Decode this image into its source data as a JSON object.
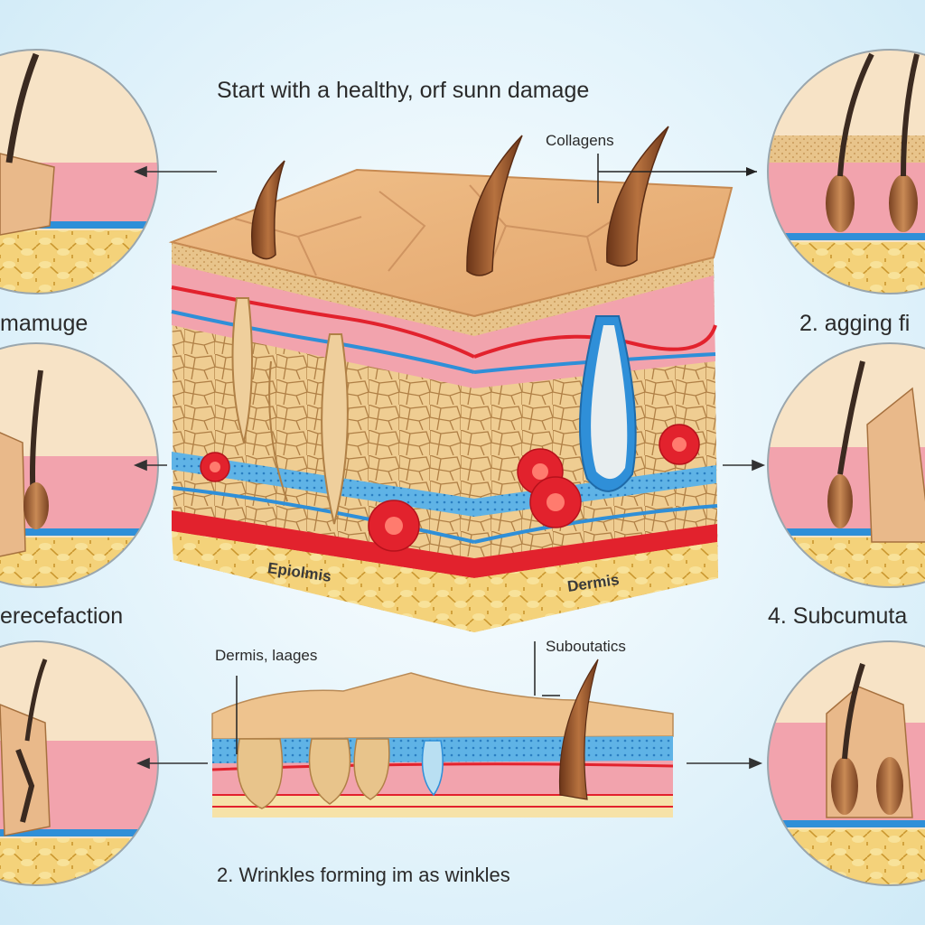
{
  "labels": {
    "top_title": "Start with a healthy, orf sunn damage",
    "collagens": "Collagens",
    "left_1": "mamuge",
    "right_2": "2.  agging fi",
    "left_3": "erecefaction",
    "right_4": "4. Subcumuta",
    "block_epidermis": "Epiolmis",
    "block_dermis": "Dermis",
    "dermis_lower": "Dermis,  laages",
    "subcutaneous": "Suboutatics",
    "bottom_caption": "2.   Wrinkles forming im as winkles"
  },
  "colors": {
    "background": "#e9f6fc",
    "skin_surface": "#e8b07a",
    "dermis_pink": "#f2a3ad",
    "fat_yellow": "#f4d27a",
    "vessel_red": "#e2222d",
    "vessel_blue": "#2f8fd8",
    "hair_brown": "#8b4e2c"
  }
}
